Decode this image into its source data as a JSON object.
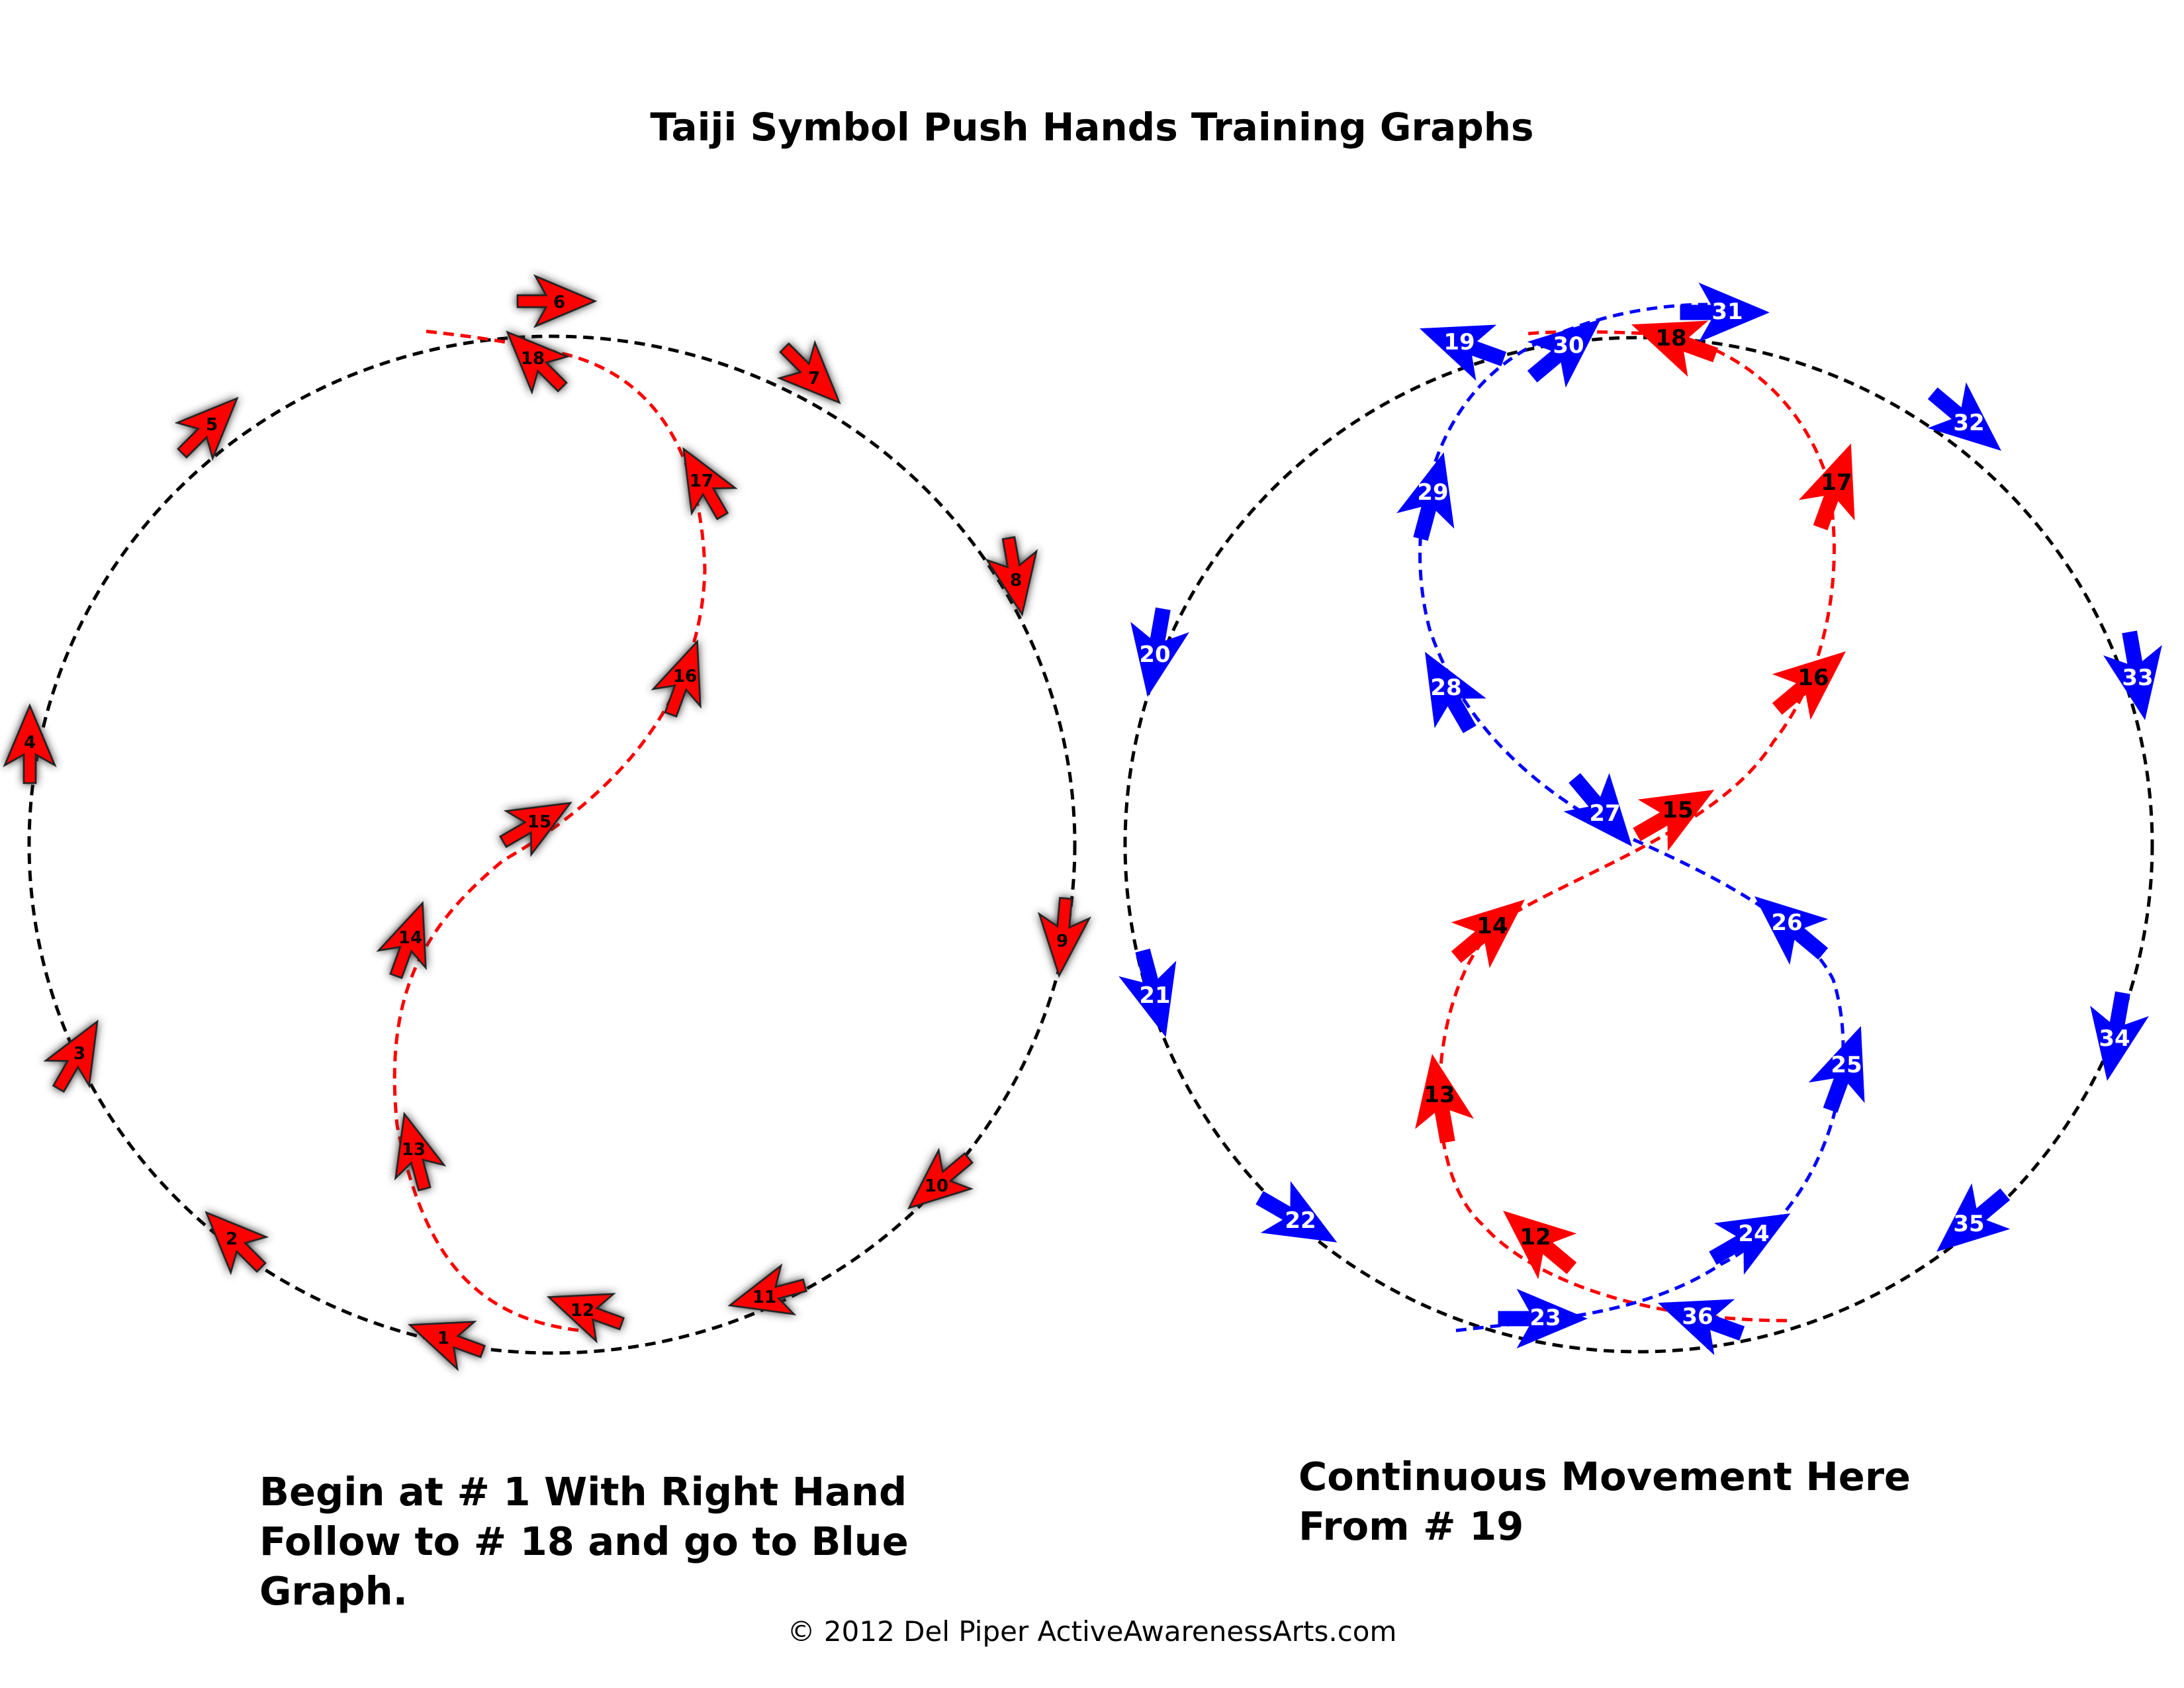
{
  "title": "Taiji Symbol Push Hands Training Graphs",
  "left_caption": [
    "Begin at # 1 With Right Hand",
    "Follow to # 18 and go to Blue",
    "Graph."
  ],
  "right_caption": [
    "Continuous Movement Here",
    "From # 19"
  ],
  "copyright": "© 2012 Del Piper ActiveAwarenessArts.com",
  "colors": {
    "outline": "#000000",
    "red": "#ff0000",
    "blue": "#0000ff",
    "shadow": "#444444"
  },
  "left_graph": {
    "arrows": [
      "1",
      "2",
      "3",
      "4",
      "5",
      "6",
      "7",
      "8",
      "9",
      "10",
      "11",
      "12",
      "13",
      "14",
      "15",
      "16",
      "17",
      "18"
    ]
  },
  "right_graph": {
    "red_arrows": [
      "12",
      "13",
      "14",
      "15",
      "16",
      "17",
      "18"
    ],
    "blue_arrows": [
      "19",
      "20",
      "21",
      "22",
      "23",
      "24",
      "25",
      "26",
      "27",
      "28",
      "29",
      "30",
      "31",
      "32",
      "33",
      "34",
      "35",
      "36"
    ]
  }
}
